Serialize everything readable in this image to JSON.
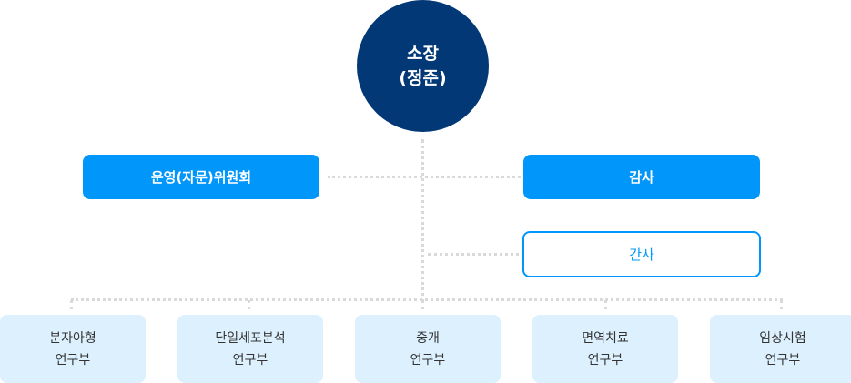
{
  "director": {
    "line1": "소장",
    "line2": "(정준)"
  },
  "committee": {
    "label": "운영(자문)위원회"
  },
  "audit": {
    "label": "감사"
  },
  "secretary": {
    "label": "간사"
  },
  "departments": [
    {
      "line1": "분자아형",
      "line2": "연구부"
    },
    {
      "line1": "단일세포분석",
      "line2": "연구부"
    },
    {
      "line1": "중개",
      "line2": "연구부"
    },
    {
      "line1": "면역치료",
      "line2": "연구부"
    },
    {
      "line1": "임상시험",
      "line2": "연구부"
    }
  ],
  "colors": {
    "director": "#023876",
    "accent": "#0096fa",
    "department_bg": "#dcf0fd",
    "connector": "#d9d9d9"
  }
}
